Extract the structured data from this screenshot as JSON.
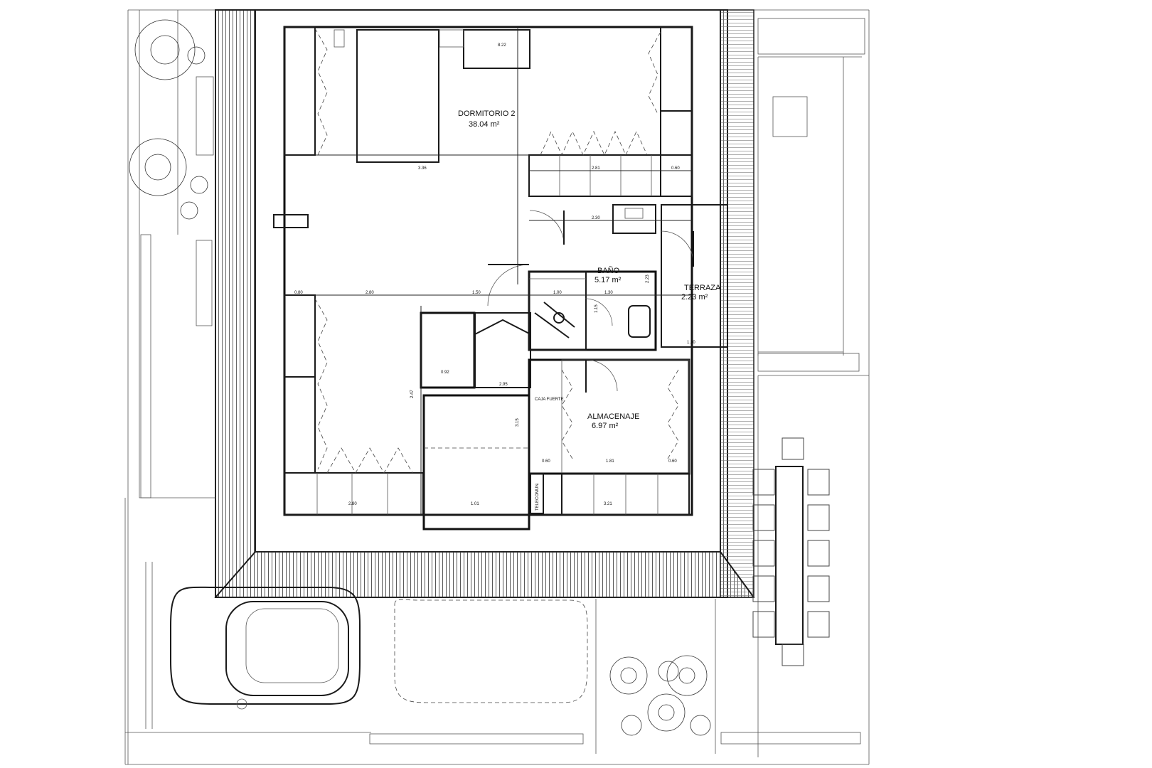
{
  "rooms": {
    "dormitorio": {
      "name": "DORMITORIO 2",
      "area": "38.04 m²"
    },
    "bano": {
      "name": "BAÑO",
      "area": "5.17 m²"
    },
    "terraza": {
      "name": "TERRAZA",
      "area": "2.23 m²"
    },
    "almacenaje": {
      "name": "ALMACENAJE",
      "area": "6.97 m²"
    }
  },
  "labels": {
    "caja_fuerte": "CAJA FUERTE",
    "telecomun": "TELECOMUN."
  },
  "dimensions": {
    "d_822": "8.22",
    "d_336": "3.36",
    "d_281": "2.81",
    "d_060a": "0.60",
    "d_230": "2.30",
    "d_080": "0.80",
    "d_280": "2.80",
    "d_150": "1.50",
    "d_100": "1.00",
    "d_130": "1.30",
    "d_092": "0.92",
    "d_110": "1.10",
    "d_295": "2.95",
    "d_247": "2.47",
    "d_315": "3.15",
    "d_060b": "0.60",
    "d_181": "1.81",
    "d_060c": "0.60",
    "d_280b": "2.80",
    "d_101": "1.01",
    "d_321": "3.21",
    "d_115": "1.15",
    "d_223": "2.23"
  }
}
